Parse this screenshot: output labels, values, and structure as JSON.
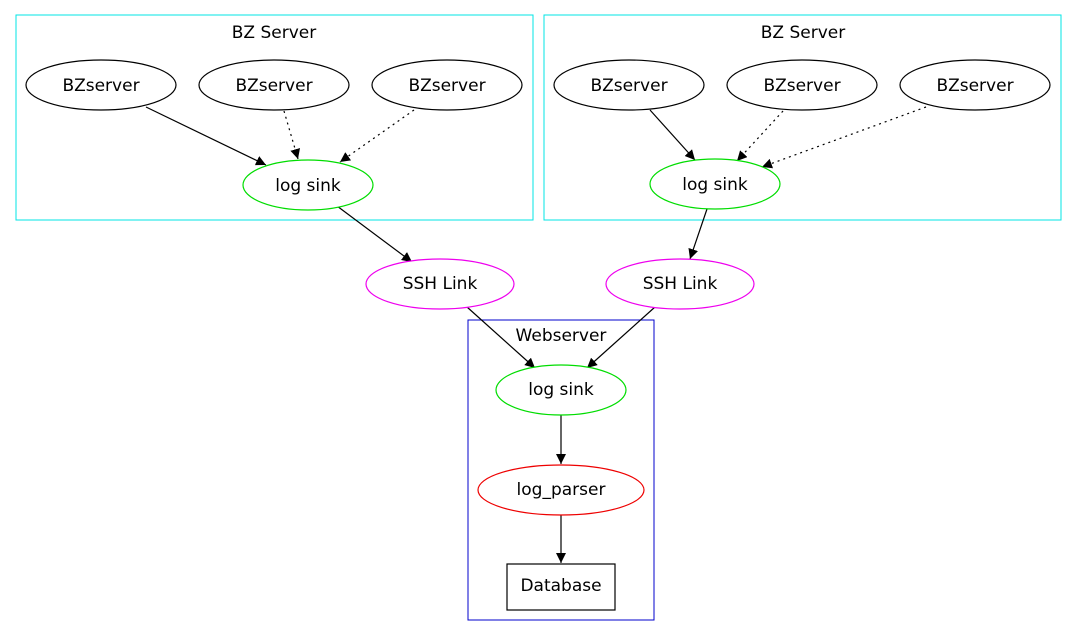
{
  "colors": {
    "cluster_bz": "#00e5e5",
    "cluster_web": "#0000cc",
    "log_sink": "#00dd00",
    "ssh_link": "#ee00ee",
    "log_parser": "#ee0000",
    "default": "#000000"
  },
  "clusters": {
    "bz_left": {
      "label": "BZ Server"
    },
    "bz_right": {
      "label": "BZ Server"
    },
    "web": {
      "label": "Webserver"
    }
  },
  "nodes": {
    "left_bzserver_1": "BZserver",
    "left_bzserver_2": "BZserver",
    "left_bzserver_3": "BZserver",
    "left_log_sink": "log sink",
    "right_bzserver_1": "BZserver",
    "right_bzserver_2": "BZserver",
    "right_bzserver_3": "BZserver",
    "right_log_sink": "log sink",
    "ssh_link_left": "SSH Link",
    "ssh_link_right": "SSH Link",
    "web_log_sink": "log sink",
    "log_parser": "log_parser",
    "database": "Database"
  },
  "edges": [
    {
      "from": "left_bzserver_1",
      "to": "left_log_sink",
      "style": "solid"
    },
    {
      "from": "left_bzserver_2",
      "to": "left_log_sink",
      "style": "dotted"
    },
    {
      "from": "left_bzserver_3",
      "to": "left_log_sink",
      "style": "dotted"
    },
    {
      "from": "right_bzserver_1",
      "to": "right_log_sink",
      "style": "solid"
    },
    {
      "from": "right_bzserver_2",
      "to": "right_log_sink",
      "style": "dotted"
    },
    {
      "from": "right_bzserver_3",
      "to": "right_log_sink",
      "style": "dotted"
    },
    {
      "from": "left_log_sink",
      "to": "ssh_link_left",
      "style": "solid"
    },
    {
      "from": "right_log_sink",
      "to": "ssh_link_right",
      "style": "solid"
    },
    {
      "from": "ssh_link_left",
      "to": "web_log_sink",
      "style": "solid"
    },
    {
      "from": "ssh_link_right",
      "to": "web_log_sink",
      "style": "solid"
    },
    {
      "from": "web_log_sink",
      "to": "log_parser",
      "style": "solid"
    },
    {
      "from": "log_parser",
      "to": "database",
      "style": "solid"
    }
  ]
}
